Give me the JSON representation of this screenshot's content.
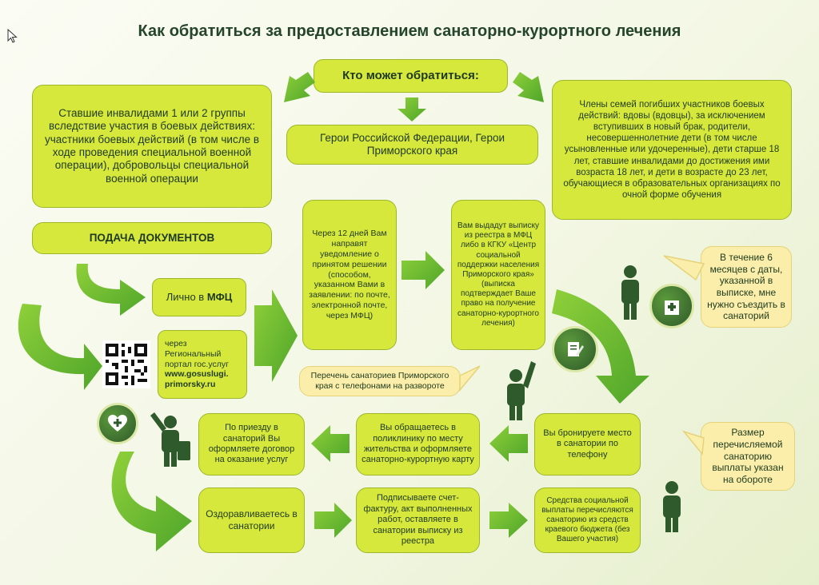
{
  "title": "Как обратиться за предоставлением санаторно-курортного лечения",
  "who_can_apply": "Кто может обратиться:",
  "group_disabled": "Ставшие инвалидами 1 или 2 группы вследствие участия в боевых действиях: участники боевых действий (в том числе в ходе проведения специальной военной операции), добровольцы специальной военной операции",
  "group_heroes": "Герои Российской Федерации, Герои Приморского края",
  "group_families": "Члены семей погибших участников боевых действий: вдовы (вдовцы), за исключением вступивших в новый брак, родители, несовершеннолетние дети (в том числе усыновленные или удочеренные), дети старше 18 лет, ставшие инвалидами до достижения ими возраста 18 лет, и дети в возрасте до 23 лет, обучающиеся в образовательных организациях по очной форме обучения",
  "submission_header": "ПОДАЧА ДОКУМЕНТОВ",
  "in_person_prefix": "Лично в ",
  "in_person_mfc": "МФЦ",
  "portal_text": "через Региональный портал гос.услуг",
  "portal_url_line1": "www.gosuslugi.",
  "portal_url_line2": "primorsky.ru",
  "notification": "Через 12 дней Вам направят уведомление о принятом решении (способом, указанном Вами в заявлении: по почте, электронной почте, через МФЦ)",
  "extract": "Вам выдадут выписку из реестра в МФЦ либо в КГКУ «Центр социальной поддержки населения Приморского края» (выписка подтверждает Ваше право на получение санаторно-курортного лечения)",
  "six_months": "В течение 6 месяцев с даты, указанной в выписке, мне нужно съездить в санаторий",
  "sanatorium_list": "Перечень санаториев Приморского края с телефонами на развороте",
  "arrival": "По приезду в санаторий Вы оформляете договор на оказание услуг",
  "clinic": "Вы обращаетесь в поликлинику по месту жительства и оформляете санаторно-курортную карту",
  "booking": "Вы бронируете место в санатории по телефону",
  "payment_size": "Размер перечисляемой санаторию выплаты указан на обороте",
  "recovery": "Оздоравливаетесь в санатории",
  "invoice": "Подписываете счет-фактуру, акт выполненных работ, оставляете в санатории выписку из реестра",
  "funds": "Средства социальной выплаты перечисляются санаторию из средств краевого бюджета (без Вашего участия)",
  "colors": {
    "box": "#d7e83c",
    "arrow": "#6fbf2e",
    "dark_green": "#2f5a2b",
    "pale": "#fbeeaa"
  }
}
